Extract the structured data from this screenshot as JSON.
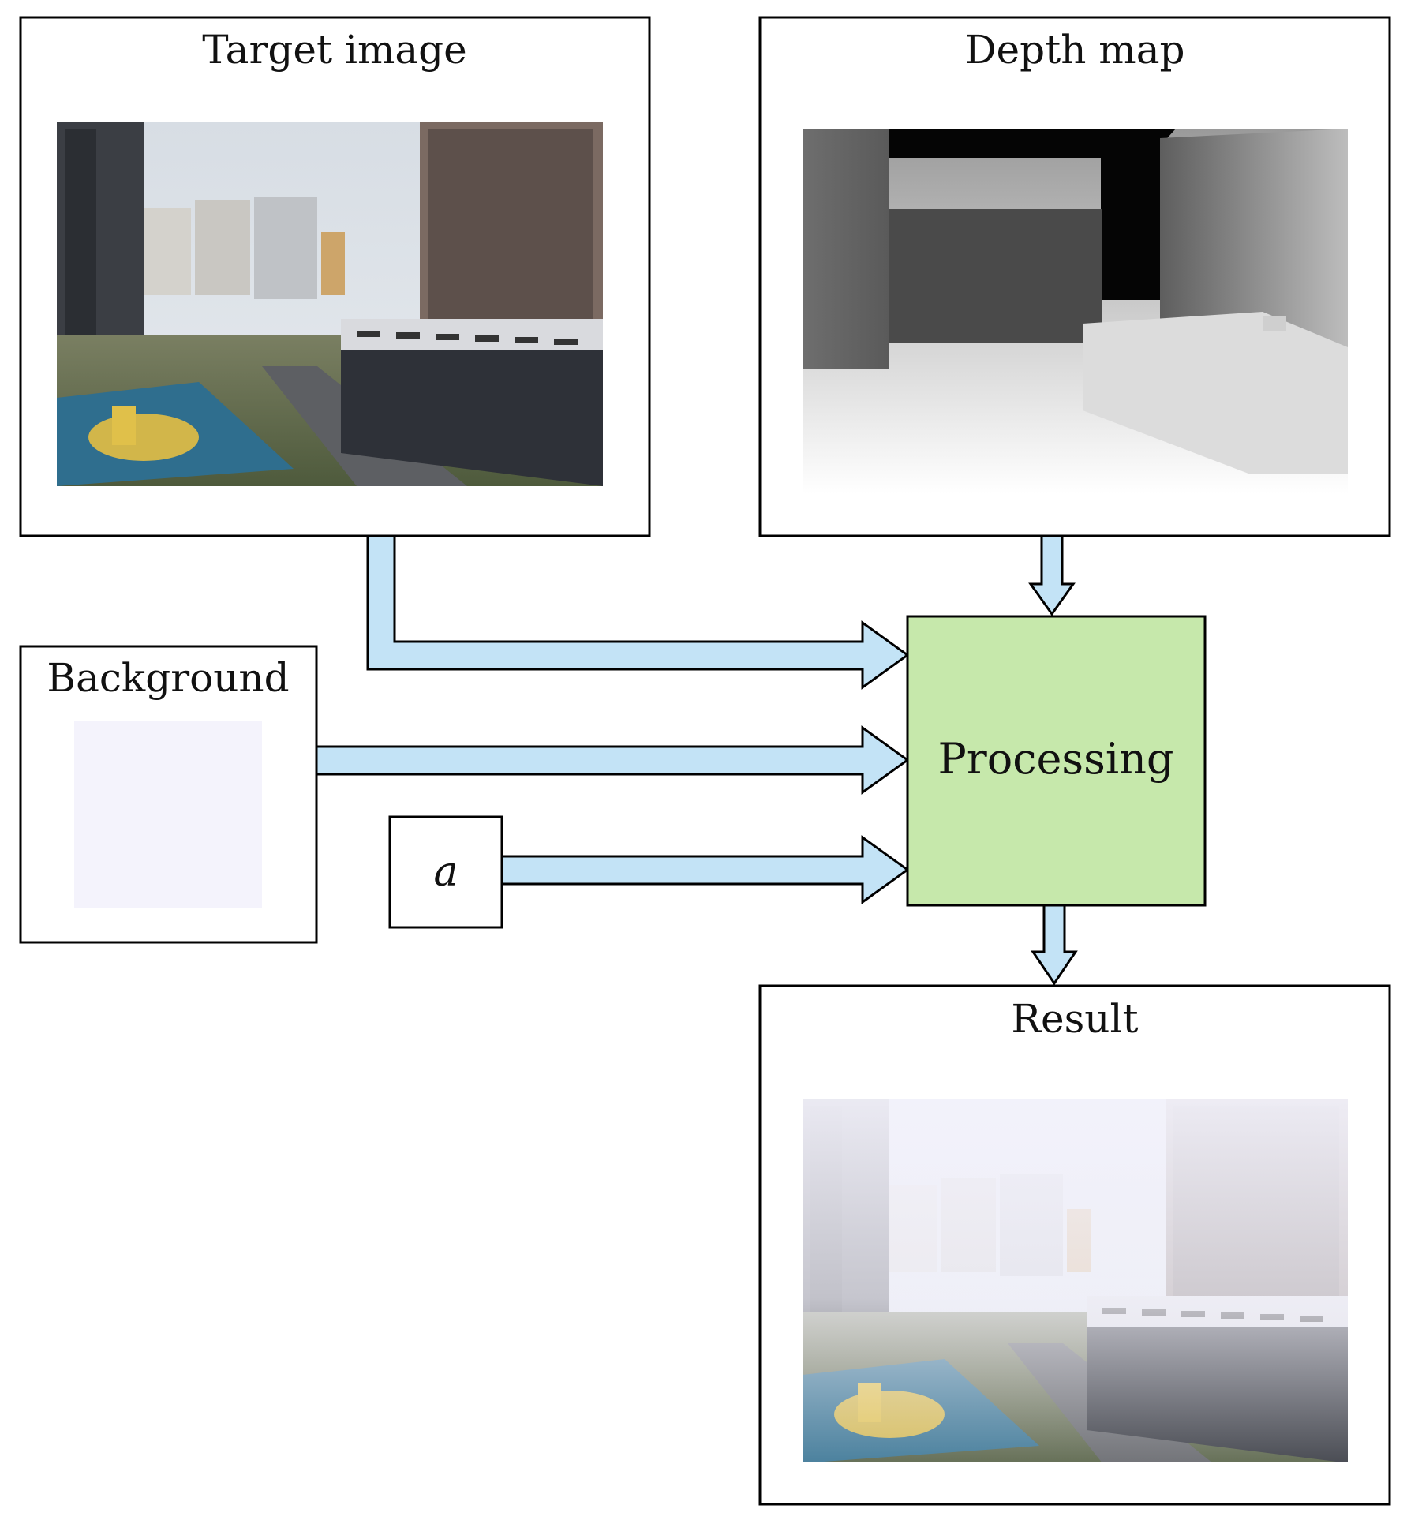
{
  "diagram": {
    "target": {
      "title": "Target image"
    },
    "depth": {
      "title": "Depth map"
    },
    "background": {
      "title": "Background"
    },
    "alpha": {
      "label": "a"
    },
    "processing": {
      "label": "Processing"
    },
    "result": {
      "title": "Result"
    }
  },
  "colors": {
    "arrow_fill": "#c3e3f6",
    "processing_fill": "#c6e8ab",
    "background_swatch": "#f4f3fc",
    "stroke": "#000000"
  }
}
